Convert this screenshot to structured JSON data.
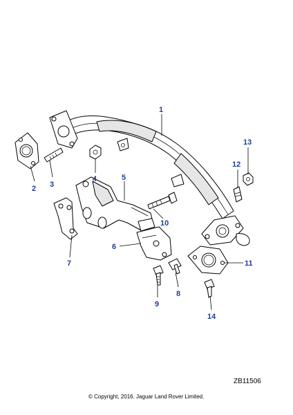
{
  "diagram": {
    "callouts": [
      "1",
      "2",
      "3",
      "4",
      "5",
      "6",
      "7",
      "8",
      "9",
      "10",
      "11",
      "12",
      "13",
      "14"
    ],
    "reference_code": "ZB11506",
    "copyright": "© Copyright, 2016. Jaguar Land Rover Limited."
  },
  "colors": {
    "callout_text": "#1f3f9a",
    "line_art": "#000000",
    "background": "#ffffff"
  }
}
